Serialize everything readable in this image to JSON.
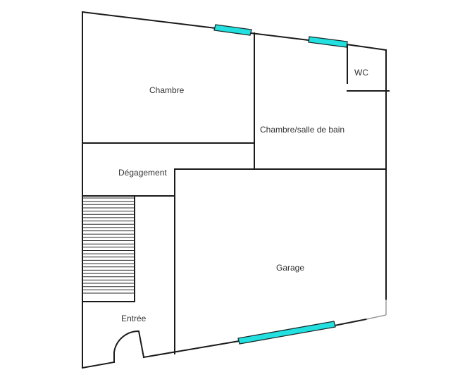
{
  "plan": {
    "colors": {
      "wall": "#1a1a1a",
      "window": "#22e0e0",
      "label": "#333333",
      "background": "#ffffff"
    },
    "rooms": [
      {
        "id": "chambre",
        "label": "Chambre"
      },
      {
        "id": "chambre-sdb",
        "label": "Chambre/salle de bain"
      },
      {
        "id": "wc",
        "label": "WC"
      },
      {
        "id": "degagement",
        "label": "Dégagement"
      },
      {
        "id": "garage",
        "label": "Garage"
      },
      {
        "id": "entree",
        "label": "Entrée"
      }
    ],
    "windows": [
      {
        "id": "window-chambre"
      },
      {
        "id": "window-chambre-sdb"
      },
      {
        "id": "window-garage"
      }
    ],
    "stairs": {
      "label": "stairs",
      "step_count": 30
    },
    "door": {
      "id": "entrance-door"
    }
  }
}
